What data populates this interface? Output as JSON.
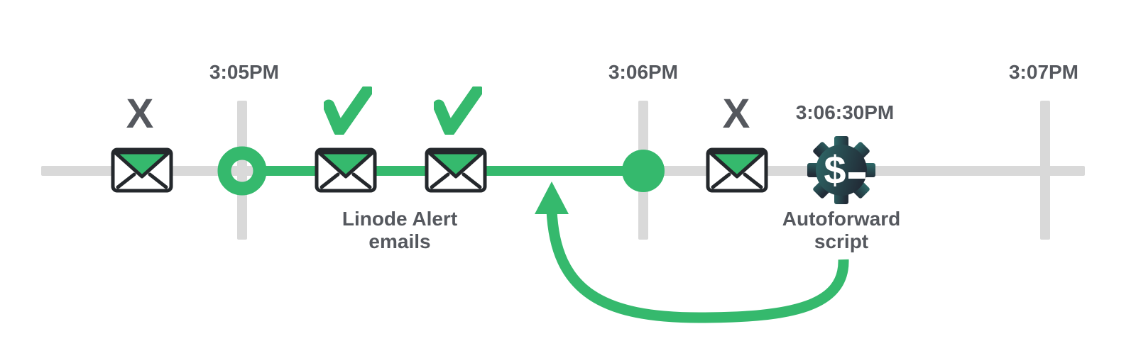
{
  "colors": {
    "green": "#35b96d",
    "track_gray": "#d9d9d9",
    "text_dark": "#55585e",
    "ink": "#24282c",
    "gear_teal": "#2e6a69",
    "gear_navy": "#222d38"
  },
  "diagram": {
    "type": "timeline",
    "tick_labels": [
      "3:05PM",
      "3:06PM",
      "3:07PM"
    ],
    "event_time_label": "3:06:30PM",
    "email_group_label": {
      "line1": "Linode Alert",
      "line2": "emails"
    },
    "script_label": {
      "line1": "Autoforward",
      "line2": "script"
    },
    "missed_marker": "X",
    "gear_glyph": "$",
    "icons": [
      "envelope-icon",
      "x-icon",
      "check-icon",
      "start-ring-icon",
      "end-dot-icon",
      "gear-dollar-icon",
      "loopback-arrow-icon"
    ],
    "highlight_range": {
      "from": "3:05PM",
      "to": "3:06PM"
    }
  }
}
